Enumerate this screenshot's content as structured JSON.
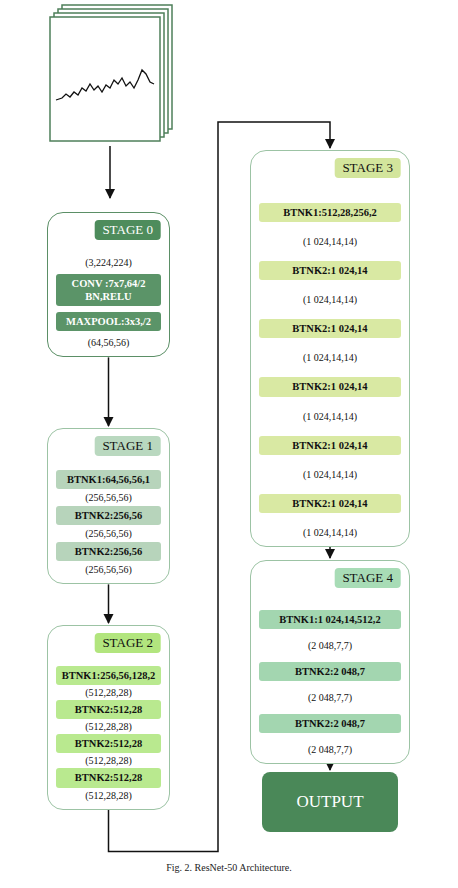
{
  "diagram": {
    "caption": "Fig. 2. ResNet-50 Architecture.",
    "nodes": [
      {
        "text": [
          "STAGE 0"
        ]
      },
      {
        "text": [
          "CONV :7x7,64/2 BN,RELU"
        ],
        "in": 0
      },
      {
        "text": [
          "MAXPOOL:3x3,/2"
        ],
        "in": 0
      },
      {
        "text": [
          "STAGE 1"
        ]
      },
      {
        "text": [
          "BTNK1:64,56,56,1"
        ],
        "in": 3
      },
      {
        "text": [
          "BTNK2:256,56"
        ],
        "in": 3
      },
      {
        "text": [
          "BTNK2:256,56"
        ],
        "in": 3
      },
      {
        "text": [
          "STAGE 2"
        ]
      },
      {
        "text": [
          "BTNK1:256,56,128,2"
        ],
        "in": 7
      },
      {
        "text": [
          "BTNK2:512,28"
        ],
        "in": 7
      },
      {
        "text": [
          "BTNK2:512,28"
        ],
        "in": 7
      },
      {
        "text": [
          "BTNK2:512,28"
        ],
        "in": 7
      },
      {
        "text": [
          "STAGE 3"
        ]
      },
      {
        "text": [
          "BTNK1:512,28,256,2"
        ],
        "in": 12
      },
      {
        "text": [
          "BTNK2:1 024,14"
        ],
        "in": 12
      },
      {
        "text": [
          "BTNK2:1 024,14"
        ],
        "in": 12
      },
      {
        "text": [
          "BTNK2:1 024,14"
        ],
        "in": 12
      },
      {
        "text": [
          "BTNK2:1 024,14"
        ],
        "in": 12
      },
      {
        "text": [
          "BTNK2:1 024,14"
        ],
        "in": 12
      },
      {
        "text": [
          "STAGE 4"
        ]
      },
      {
        "text": [
          "BTNK1:1 024,14,512,2"
        ],
        "in": 19
      },
      {
        "text": [
          "BTNK2:2 048,7"
        ],
        "in": 19
      },
      {
        "text": [
          "BTNK2:2 048,7"
        ],
        "in": 19
      },
      {
        "text": [
          "OUTPUT"
        ]
      }
    ],
    "edges": [
      {
        "from": 0,
        "to": 3,
        "arrow": "to"
      },
      {
        "from": 3,
        "to": 7,
        "arrow": "to"
      },
      {
        "from": 7,
        "to": 12,
        "arrow": "to"
      },
      {
        "from": 12,
        "to": 19,
        "arrow": "to"
      },
      {
        "from": 19,
        "to": 23,
        "arrow": "to"
      }
    ],
    "labels": [
      "(3,224,224)",
      "(64,56,56)",
      "(256,56,56)",
      "(256,56,56)",
      "(256,56,56)",
      "(512,28,28)",
      "(512,28,28)",
      "(512,28,28)",
      "(512,28,28)",
      "(1 024,14,14)",
      "(1 024,14,14)",
      "(1 024,14,14)",
      "(1 024,14,14)",
      "(1 024,14,14)",
      "(1 024,14,14)",
      "(2 048,7,7)",
      "(2 048,7,7)",
      "(2 048,7,7)"
    ]
  }
}
